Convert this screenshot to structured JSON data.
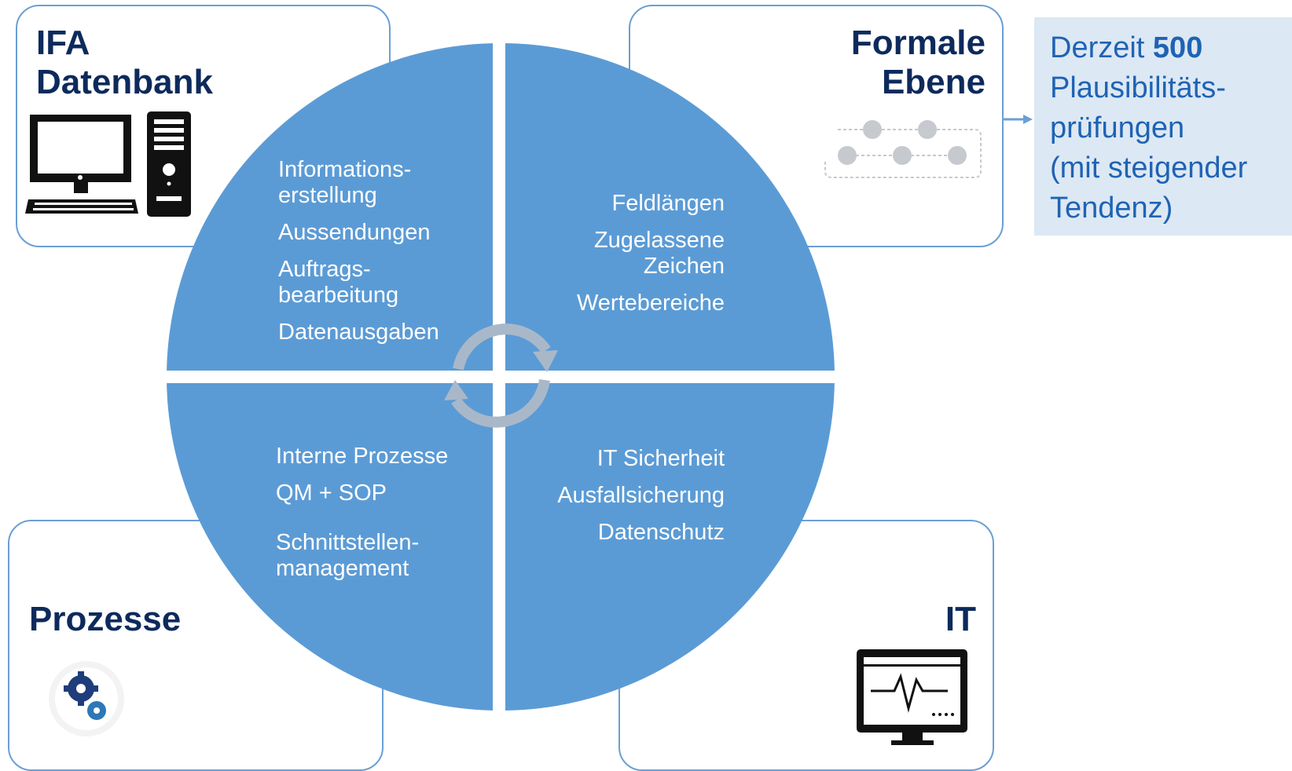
{
  "quadrants": {
    "top_left": {
      "title_line1": "IFA",
      "title_line2": "Datenbank",
      "items": [
        "Informations-\nerstellung",
        "Aussendungen",
        "Auftrags-\nbearbeitung",
        "Datenausgaben"
      ],
      "icon": "computer-icon"
    },
    "top_right": {
      "title_line1": "Formale",
      "title_line2": "Ebene",
      "items": [
        "Feldlängen",
        "Zugelassene\nZeichen",
        "Wertebereiche"
      ],
      "icon": "workflow-icon"
    },
    "bottom_left": {
      "title": "Prozesse",
      "items": [
        "Interne Prozesse",
        "QM + SOP",
        "Schnittstellen-\nmanagement"
      ],
      "icon": "gears-icon"
    },
    "bottom_right": {
      "title": "IT",
      "items": [
        "IT Sicherheit",
        "Ausfallsicherung",
        "Datenschutz"
      ],
      "icon": "monitor-heartbeat-icon"
    }
  },
  "callout": {
    "prefix": "Derzeit ",
    "number": "500",
    "line2": "Plausibilitäts-",
    "line3": "prüfungen",
    "line4": "(mit steigender",
    "line5": "Tendenz)"
  },
  "colors": {
    "circle": "#5b9bd5",
    "title": "#0d2a5c",
    "border": "#6b9fd4",
    "callout_bg": "#dce8f4",
    "callout_text": "#1f63b3"
  },
  "center_icon": "cycle-arrows-icon"
}
